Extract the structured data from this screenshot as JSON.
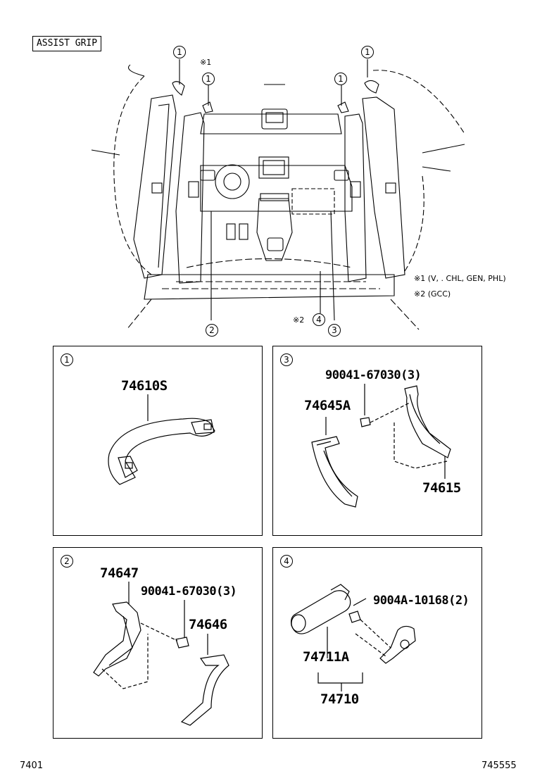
{
  "title": "ASSIST GRIP",
  "overview": {
    "callouts": [
      "1",
      "※1",
      "1",
      "1",
      "1",
      "2",
      "3",
      "4"
    ],
    "notes": [
      "※1 (V, . CHL, GEN, PHL)",
      "※2 (GCC)"
    ],
    "ref2": "※2"
  },
  "panels": [
    {
      "index": "1",
      "parts": [
        "74610S"
      ]
    },
    {
      "index": "3",
      "parts": [
        "90041-67030(3)",
        "74645A",
        "74615"
      ]
    },
    {
      "index": "2",
      "parts": [
        "74647",
        "90041-67030(3)",
        "74646"
      ]
    },
    {
      "index": "4",
      "parts": [
        "9004A-10168(2)",
        "74711A",
        "74710"
      ]
    }
  ],
  "footer": {
    "left": "7401",
    "right": "745555"
  }
}
